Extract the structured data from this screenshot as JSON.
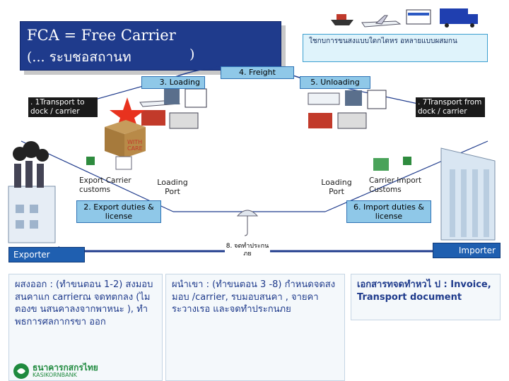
{
  "title": {
    "line1": "FCA = Free Carrier",
    "line2": "(... ระบชอสถานท",
    "line2_close": ")"
  },
  "note": "ใชกบการขนสงแบบใดกไดหร อหลายแบบผสมกน",
  "stages": {
    "loading": "3. Loading",
    "freight": "4. Freight",
    "unloading": "5. Unloading"
  },
  "transport_to": ". 1Transport to dock / carrier",
  "transport_from": ". 7Transport from dock / carrier",
  "export_label": "Export Carrier customs",
  "import_label": "Carrier Import Customs",
  "loading_port_left": "Loading Port",
  "loading_port_right": "Loading Port",
  "export_duties": "2. Export duties & license",
  "import_duties": "6. Import duties & license",
  "insurance_label": "8. จดทำประกน ภย",
  "exporter": "Exporter",
  "importer": "Importer",
  "panel_left": "ผสงออก      : (ทำขนตอน       1-2) สงมอบสนคาแก carrierณ จดทตกลง      (ไมตองข นสนคาลงจากพาหนะ    ), ทำพธการศลกากรขา ออก",
  "panel_mid": "ผนำเขา          : (ทำขนตอน          3 -8) กำหนดจดสงมอบ        /carrier, รบมอบสนคา       , จายคาระวางเรอ และจดทำประกนภย",
  "panel_right": "เอกสารทจดทำหวไ ป : Invoice, Transport document",
  "bank_text": "ธนาคารกสกรไทย",
  "bank_sub": "KASIKORNBANK",
  "colors": {
    "title_bg": "#1f3b8c",
    "stage_bg": "#8fc8e8",
    "party_bg": "#1f5fb0",
    "star": "#e8321e"
  }
}
